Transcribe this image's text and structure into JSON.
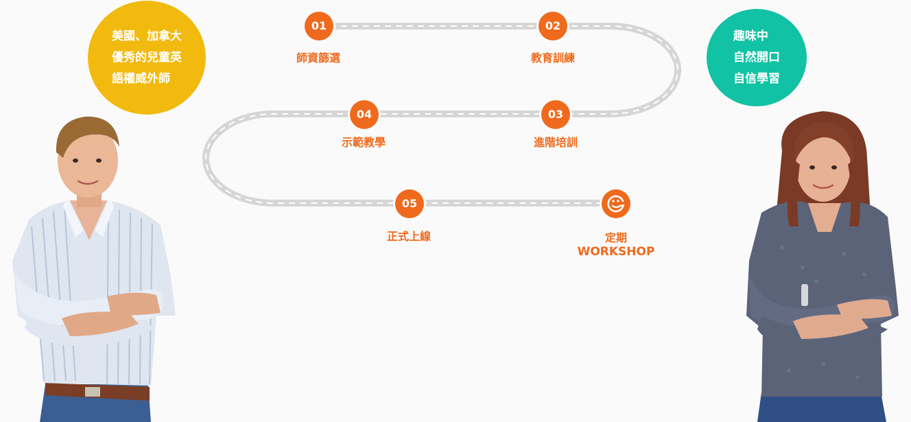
{
  "bubbles": {
    "left": {
      "lines": [
        "美國、加拿大",
        "優秀的兒童英",
        "語權威外師"
      ]
    },
    "right": {
      "lines": [
        "趣味中",
        "自然開口",
        "自信學習"
      ]
    }
  },
  "steps": [
    {
      "num": "01",
      "label": "師資篩選"
    },
    {
      "num": "02",
      "label": "教育訓練"
    },
    {
      "num": "03",
      "label": "進階培訓"
    },
    {
      "num": "04",
      "label": "示範教學"
    },
    {
      "num": "05",
      "label": "正式上線"
    }
  ],
  "final_step": {
    "label_line1": "定期",
    "label_line2": "WORKSHOP"
  },
  "colors": {
    "accent": "#ef6a1c",
    "bubble_left": "#f2ba0e",
    "bubble_right": "#12c2a4",
    "road": "#d6d6d6",
    "background": "#fafafa"
  },
  "icons": {
    "workshop": "smile-face-icon",
    "person_left": "man-arms-crossed-illustration",
    "person_right": "woman-arms-crossed-illustration"
  }
}
